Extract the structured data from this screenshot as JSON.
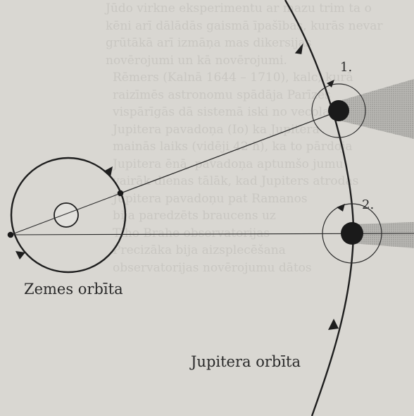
{
  "labels": {
    "earth_orbit": "Zemes orbīta",
    "jupiter_orbit": "Jupitera orbīta",
    "position_1": "1.",
    "position_2": "2."
  },
  "background_text_lines": [
    "Jūdo virkne eksperimentu ar mazu trim ta o",
    "kēni arī dālādās gaismā īpašības, kurās nevar",
    "grūtākā arī izmāņa mas dikersijas",
    "novērojumi un kā novērojumi.",
    "Rēmers (Kalnā 1644 – 1710), kalc, kurā",
    "  raizīmēs astronomu spādāja Parīzes",
    "  vispārīgās dā sistemā iski no vecola",
    "  Jupitera pavadoņa (Io) ka Jupitera",
    "  mainās laiks (vidēji 42 h), ka to pārdoja",
    "  Jupitera ēnā, pavadoņa aptumšo jumu",
    "  vairāk dienas tālāk, kad Jupiters atrodas",
    "  Jupitera pavadoņu pat Ramanos",
    "  bija paredzēts braucens uz",
    "  Tiho Brahe observatorijas",
    "  Precizāka bija aizsplecēšana",
    "  observatorijas novērojumu dātos"
  ],
  "colors": {
    "ink": "#1e1e1e",
    "planet": "#1a1a1a",
    "light_beam": "#a7a6a2",
    "background": "#d9d7d2"
  }
}
